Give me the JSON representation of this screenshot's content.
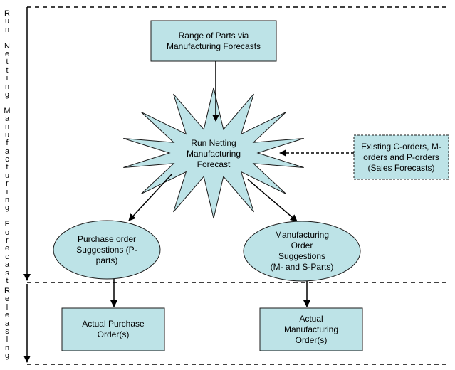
{
  "colors": {
    "fill": "#bde3e7",
    "stroke": "#1a1a1a"
  },
  "phases": {
    "netting": "Run Netting Manufacturing Forecast",
    "releasing": "Releasing"
  },
  "nodes": {
    "range_parts": {
      "lines": [
        "Range of Parts via",
        "Manufacturing Forecasts"
      ]
    },
    "run_netting": {
      "lines": [
        "Run Netting",
        "Manufacturing",
        "Forecast"
      ]
    },
    "existing_orders": {
      "lines": [
        "Existing C-orders, M-",
        "orders and P-orders",
        "(Sales Forecasts)"
      ]
    },
    "purchase_suggestions": {
      "lines": [
        "Purchase order",
        "Suggestions (P-",
        "parts)"
      ]
    },
    "manufacturing_suggestions": {
      "lines": [
        "Manufacturing",
        "Order",
        "Suggestions",
        "(M- and S-Parts)"
      ]
    },
    "actual_purchase": {
      "lines": [
        "Actual Purchase",
        "Order(s)"
      ]
    },
    "actual_manufacturing": {
      "lines": [
        "Actual",
        "Manufacturing",
        "Order(s)"
      ]
    }
  }
}
